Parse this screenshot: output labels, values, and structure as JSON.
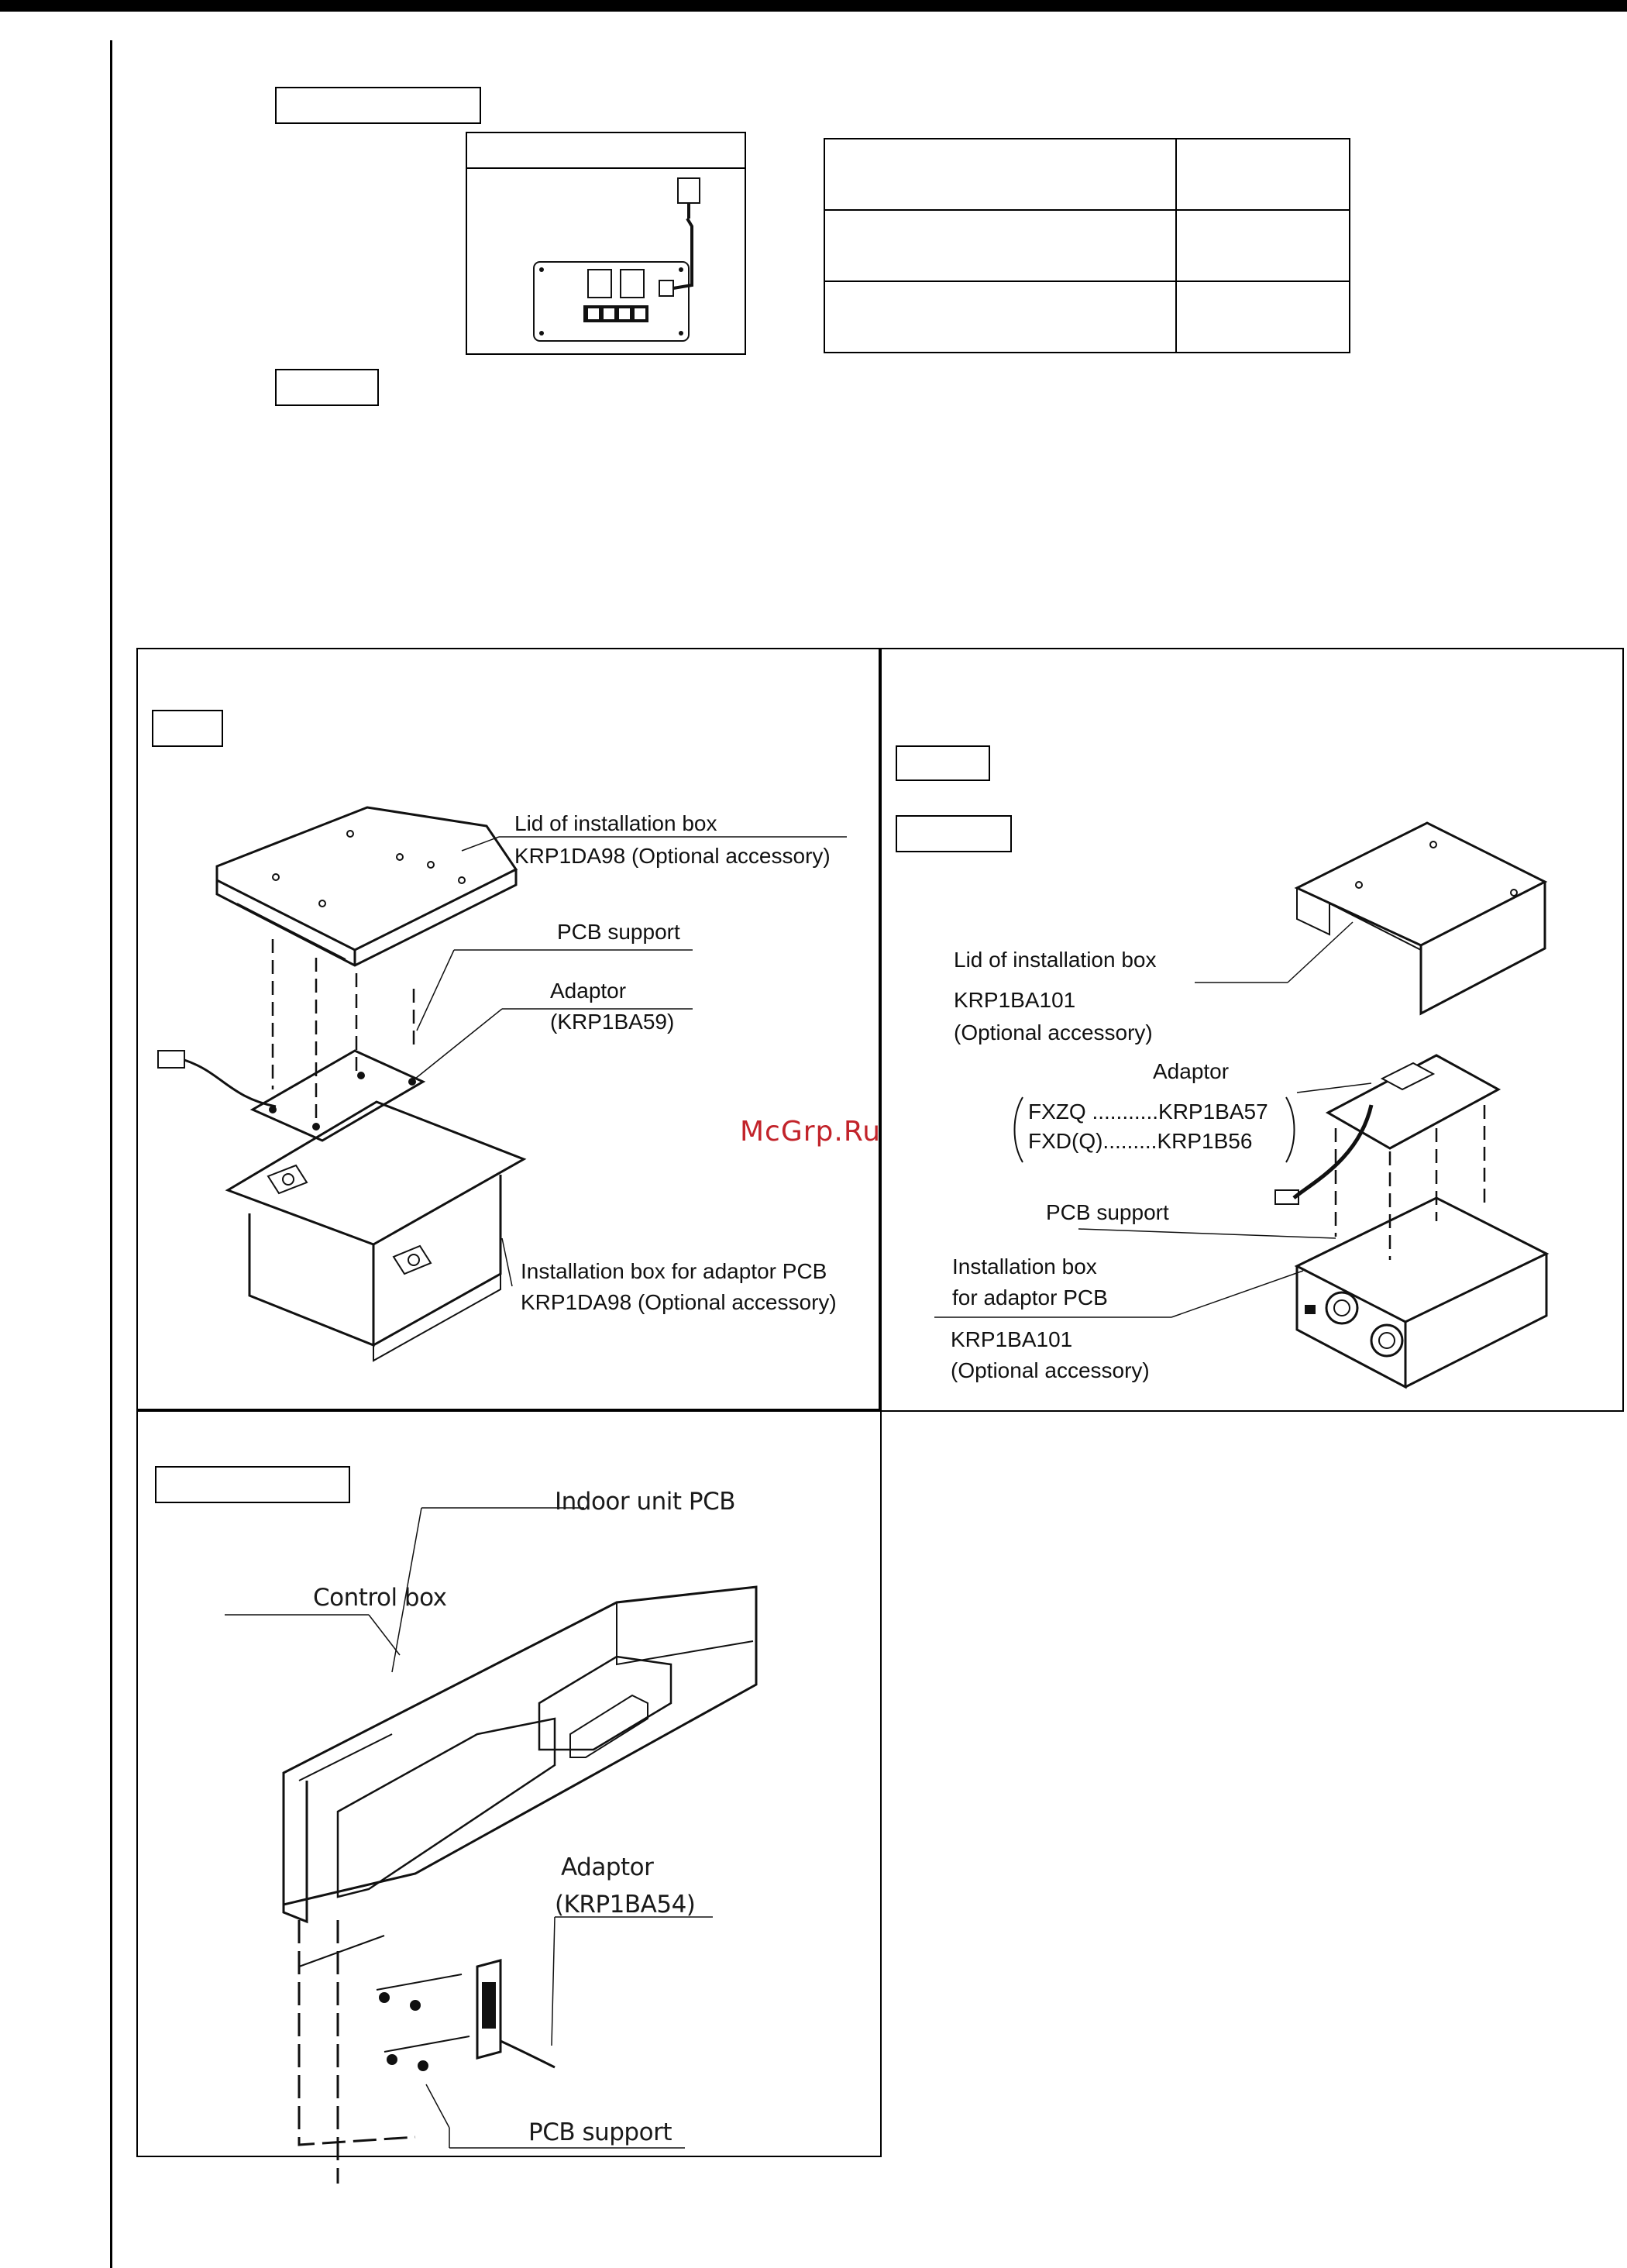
{
  "page": {
    "header_bar": "black",
    "accent_watermark_color": "#c2232a"
  },
  "watermark": "McGrp.Ru",
  "top_diagram": {
    "icon": "adaptor-pcb-icon",
    "table_rows": 3,
    "table_cols": 2
  },
  "panel_top_left": {
    "labels": {
      "lid": "Lid of installation box",
      "lid_model": "KRP1DA98 (Optional accessory)",
      "pcb_support": "PCB support",
      "adaptor": "Adaptor",
      "adaptor_model": "(KRP1BA59)",
      "install_box": "Installation box for adaptor PCB",
      "install_box_model": "KRP1DA98 (Optional accessory)"
    }
  },
  "panel_top_right": {
    "labels": {
      "lid": "Lid of installation box",
      "lid_model": "KRP1BA101",
      "lid_note": "(Optional accessory)",
      "adaptor": "Adaptor",
      "adaptor_model_1": "FXZQ ...........KRP1BA57",
      "adaptor_model_2": "FXD(Q).........KRP1B56",
      "pcb_support": "PCB support",
      "install_box_1": "Installation box",
      "install_box_2": "for adaptor PCB",
      "install_box_model": "KRP1BA101",
      "install_box_note": "(Optional accessory)"
    }
  },
  "panel_bottom_left": {
    "labels": {
      "indoor_pcb": "Indoor unit PCB",
      "control_box": "Control box",
      "adaptor": "Adaptor",
      "adaptor_model": "(KRP1BA54)",
      "pcb_support": "PCB support"
    }
  }
}
